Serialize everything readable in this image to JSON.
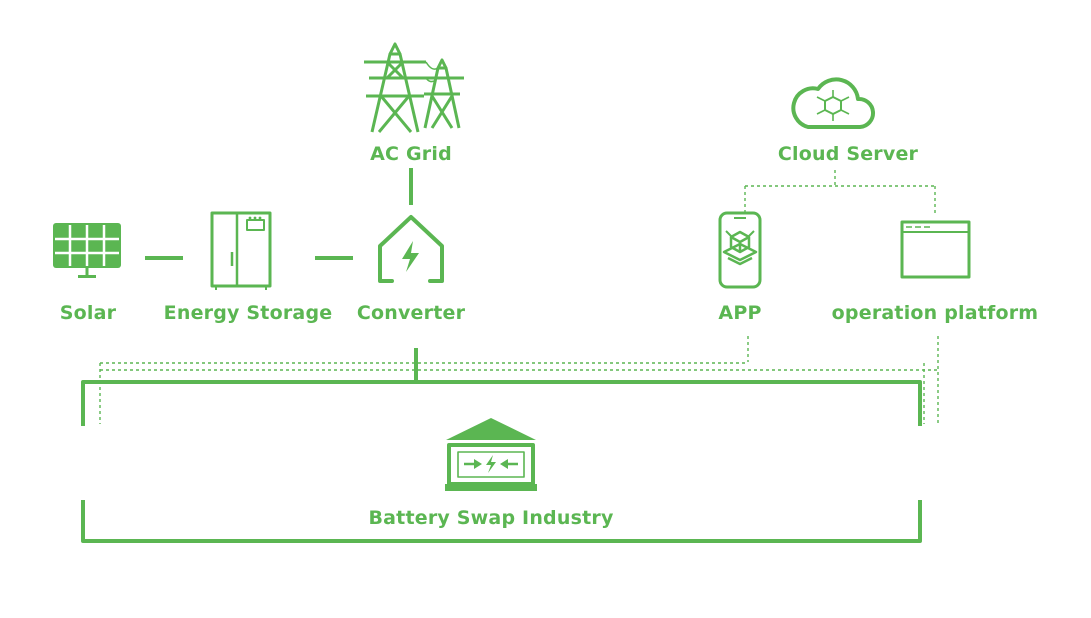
{
  "colors": {
    "accent": "#5bb652"
  },
  "labels": {
    "ac_grid": "AC Grid",
    "cloud_server": "Cloud Server",
    "solar": "Solar",
    "energy_storage": "Energy Storage",
    "converter": "Converter",
    "app": "APP",
    "operation_platform": "operation platform",
    "battery_swap": "Battery Swap Industry"
  },
  "icons": {
    "ac_grid": "transmission-tower-icon",
    "cloud_server": "cloud-network-icon",
    "solar": "solar-panel-icon",
    "energy_storage": "battery-cabinet-icon",
    "converter": "house-lightning-icon",
    "app": "smartphone-cube-icon",
    "operation_platform": "browser-window-icon",
    "battery_swap": "swap-station-icon"
  }
}
